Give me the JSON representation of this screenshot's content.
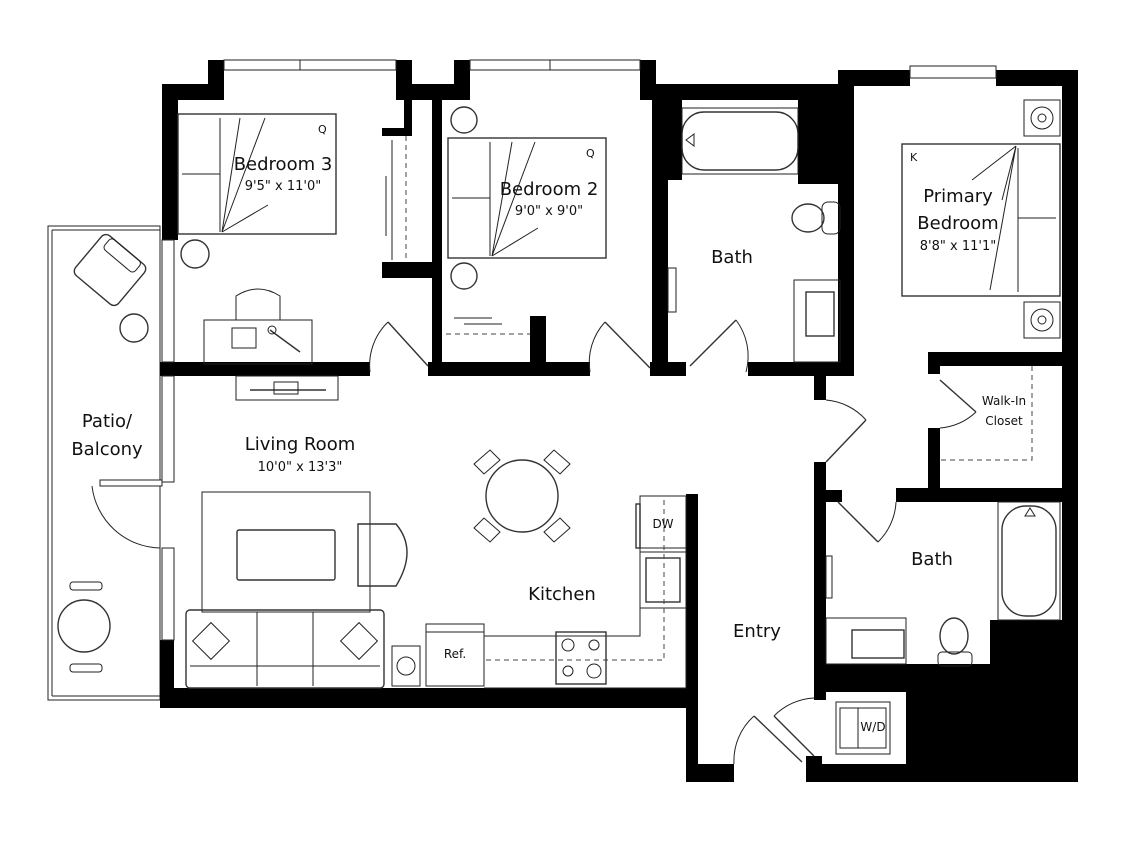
{
  "plan": {
    "type": "apartment floor plan",
    "colors": {
      "wall": "#000000",
      "line": "#222222",
      "background": "#ffffff"
    }
  },
  "rooms": {
    "bedroom3": {
      "name": "Bedroom 3",
      "dim": "9'5\" x 11'0\"",
      "bed": "Q"
    },
    "bedroom2": {
      "name": "Bedroom 2",
      "dim": "9'0\" x 9'0\"",
      "bed": "Q"
    },
    "bath1": {
      "name": "Bath"
    },
    "primary": {
      "name_line1": "Primary",
      "name_line2": "Bedroom",
      "dim": "8'8\" x 11'1\"",
      "bed": "K"
    },
    "walkin": {
      "name_line1": "Walk-In",
      "name_line2": "Closet"
    },
    "patio": {
      "name_line1": "Patio/",
      "name_line2": "Balcony"
    },
    "living": {
      "name": "Living Room",
      "dim": "10'0\" x 13'3\""
    },
    "kitchen": {
      "name": "Kitchen",
      "dw": "DW",
      "ref": "Ref."
    },
    "bath2": {
      "name": "Bath"
    },
    "entry": {
      "name": "Entry"
    },
    "laundry": {
      "wd": "W/D"
    }
  }
}
